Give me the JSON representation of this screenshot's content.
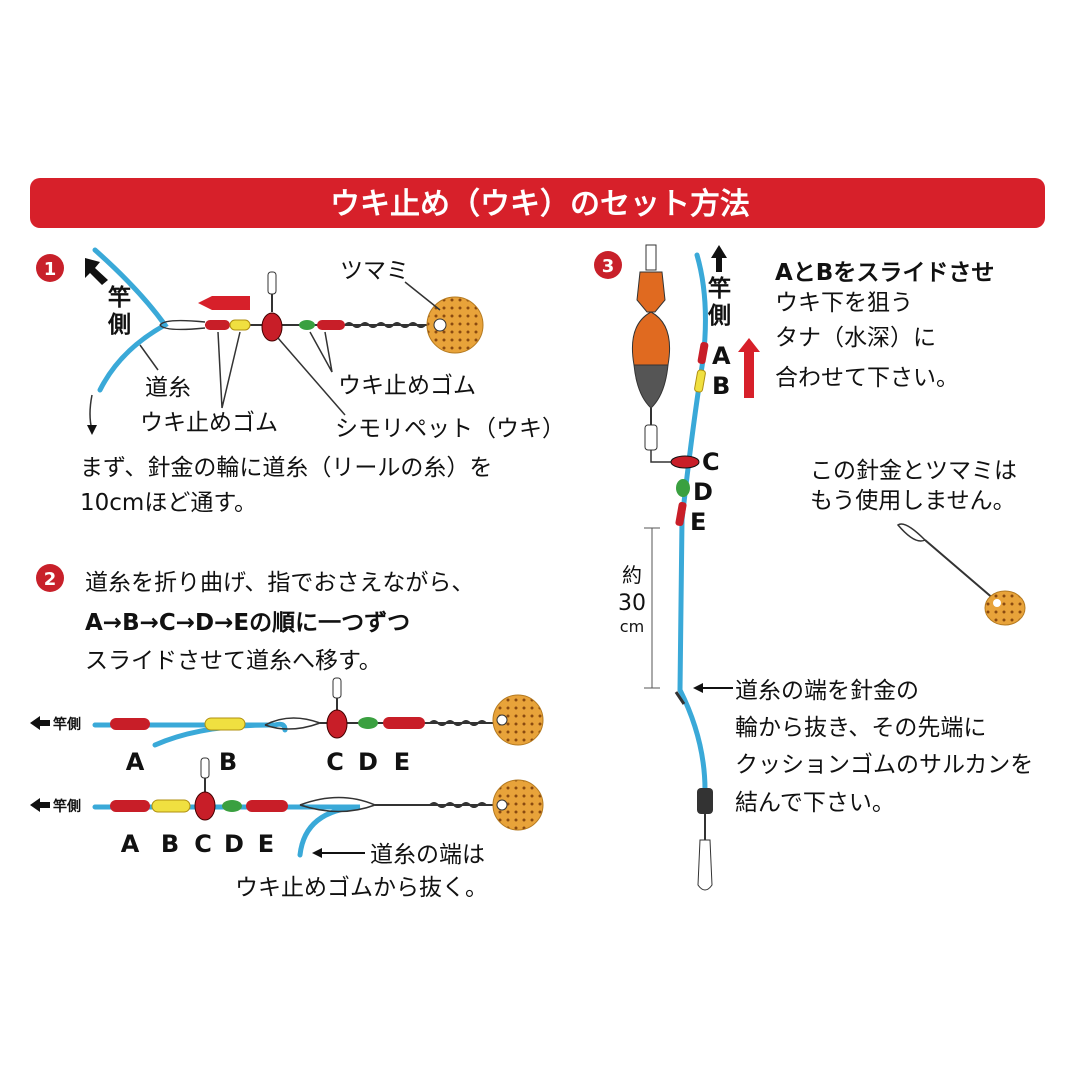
{
  "title": "ウキ止め（ウキ）のセット方法",
  "colors": {
    "title_bg": "#d7202a",
    "line": "#3aa9d8",
    "bead_red": "#c81e28",
    "bead_yellow": "#f0e040",
    "bead_green": "#3aa040",
    "tsumami": "#e8a33a"
  },
  "step1": {
    "number": "1",
    "rod_side": [
      "竿",
      "側"
    ],
    "tsumami": "ツマミ",
    "michi_ito": "道糸",
    "stopper_left": "ウキ止めゴム",
    "stopper_right": "ウキ止めゴム",
    "shimori": "シモリペット（ウキ）",
    "text": [
      "まず、針金の輪に道糸（リールの糸）を",
      "10cmほど通す。"
    ]
  },
  "step2": {
    "number": "2",
    "text": [
      "道糸を折り曲げ、指でおさえながら、",
      "A→B→C→D→Eの順に一つずつ",
      "スライドさせて道糸へ移す。"
    ],
    "rod_side": "竿側",
    "row1_labels": [
      "A",
      "B",
      "C",
      "D",
      "E"
    ],
    "row2_labels": [
      "A",
      "B",
      "C",
      "D",
      "E"
    ],
    "note": [
      "道糸の端は",
      "ウキ止めゴムから抜く。"
    ]
  },
  "step3": {
    "number": "3",
    "rod_side": [
      "竿",
      "側"
    ],
    "labels": [
      "A",
      "B",
      "C",
      "D",
      "E"
    ],
    "text": [
      "AとBをスライドさせ",
      "ウキ下を狙う",
      "タナ（水深）に",
      "合わせて下さい。"
    ],
    "unused_note": [
      "この針金とツマミは",
      "もう使用しません。"
    ],
    "distance": [
      "約",
      "30",
      "cm"
    ],
    "end_note": [
      "道糸の端を針金の",
      "輪から抜き、その先端に",
      "クッションゴムのサルカンを",
      "結んで下さい。"
    ]
  }
}
